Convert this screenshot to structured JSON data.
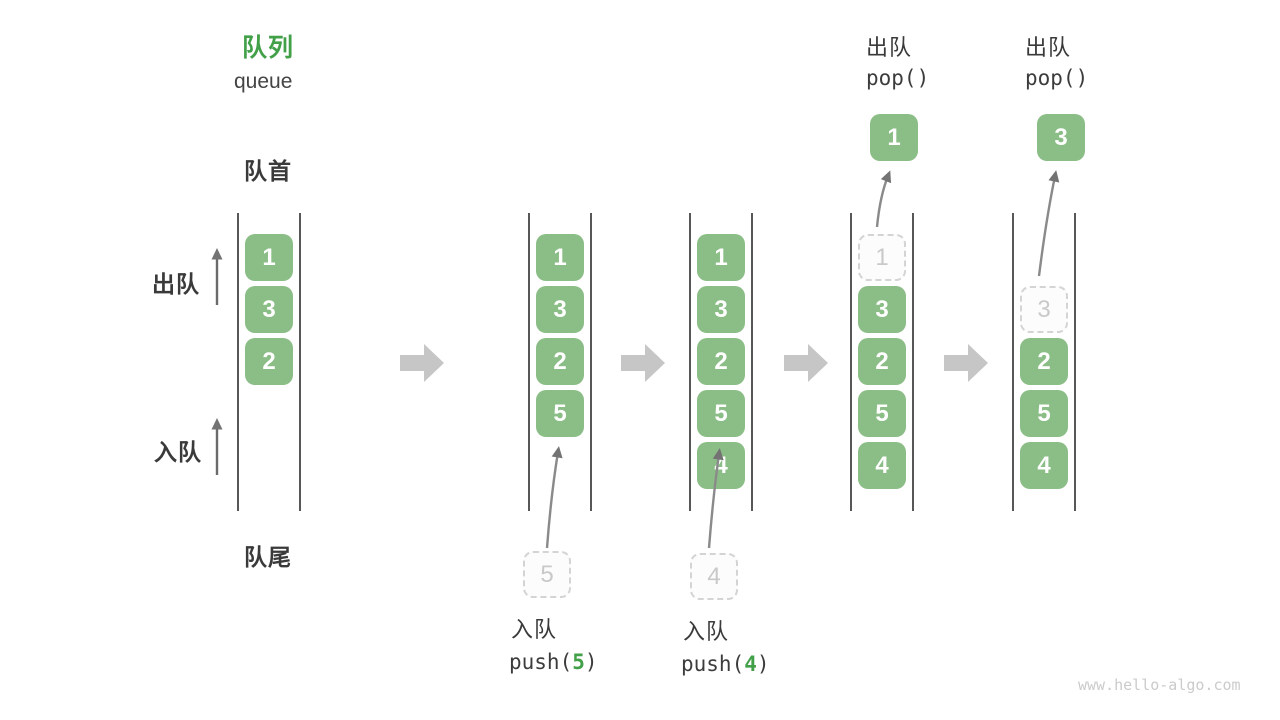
{
  "title": {
    "zh": "队列",
    "en": "queue"
  },
  "labels": {
    "front": "队首",
    "rear": "队尾",
    "dequeue_side": "出队",
    "enqueue_side": "入队"
  },
  "watermark": "www.hello-algo.com",
  "colors": {
    "accent_green": "#42a049",
    "box_green": "#8bbe86",
    "text_dark": "#3a3a3a",
    "wall_line": "#575757",
    "block_arrow": "#c6c6c6",
    "thin_arrow": "#737373",
    "ghost_border": "#d4d4d4",
    "ghost_text": "#c9c9c9",
    "watermark_gray": "#cbcbcb"
  },
  "columns": [
    {
      "name": "state-1-initial",
      "items": [
        {
          "slot": 0,
          "value": "1",
          "ghost": false
        },
        {
          "slot": 1,
          "value": "3",
          "ghost": false
        },
        {
          "slot": 2,
          "value": "2",
          "ghost": false
        }
      ]
    },
    {
      "name": "state-2-after-push-5",
      "items": [
        {
          "slot": 0,
          "value": "1",
          "ghost": false
        },
        {
          "slot": 1,
          "value": "3",
          "ghost": false
        },
        {
          "slot": 2,
          "value": "2",
          "ghost": false
        },
        {
          "slot": 3,
          "value": "5",
          "ghost": false
        }
      ],
      "annotation": {
        "position": "below",
        "ghost_value": "5",
        "action_zh": "入队",
        "code": {
          "prefix": "push(",
          "arg": "5",
          "suffix": ")"
        }
      }
    },
    {
      "name": "state-3-after-push-4",
      "items": [
        {
          "slot": 0,
          "value": "1",
          "ghost": false
        },
        {
          "slot": 1,
          "value": "3",
          "ghost": false
        },
        {
          "slot": 2,
          "value": "2",
          "ghost": false
        },
        {
          "slot": 3,
          "value": "5",
          "ghost": false
        },
        {
          "slot": 4,
          "value": "4",
          "ghost": false
        }
      ],
      "annotation": {
        "position": "below",
        "ghost_value": "4",
        "action_zh": "入队",
        "code": {
          "prefix": "push(",
          "arg": "4",
          "suffix": ")"
        }
      }
    },
    {
      "name": "state-4-after-pop-1",
      "items": [
        {
          "slot": 0,
          "value": "1",
          "ghost": true
        },
        {
          "slot": 1,
          "value": "3",
          "ghost": false
        },
        {
          "slot": 2,
          "value": "2",
          "ghost": false
        },
        {
          "slot": 3,
          "value": "5",
          "ghost": false
        },
        {
          "slot": 4,
          "value": "4",
          "ghost": false
        }
      ],
      "annotation": {
        "position": "above",
        "popped_value": "1",
        "action_zh": "出队",
        "code_text": "pop()"
      }
    },
    {
      "name": "state-5-after-pop-3",
      "items": [
        {
          "slot": 1,
          "value": "3",
          "ghost": true
        },
        {
          "slot": 2,
          "value": "2",
          "ghost": false
        },
        {
          "slot": 3,
          "value": "5",
          "ghost": false
        },
        {
          "slot": 4,
          "value": "4",
          "ghost": false
        }
      ],
      "annotation": {
        "position": "above",
        "popped_value": "3",
        "action_zh": "出队",
        "code_text": "pop()"
      }
    }
  ]
}
